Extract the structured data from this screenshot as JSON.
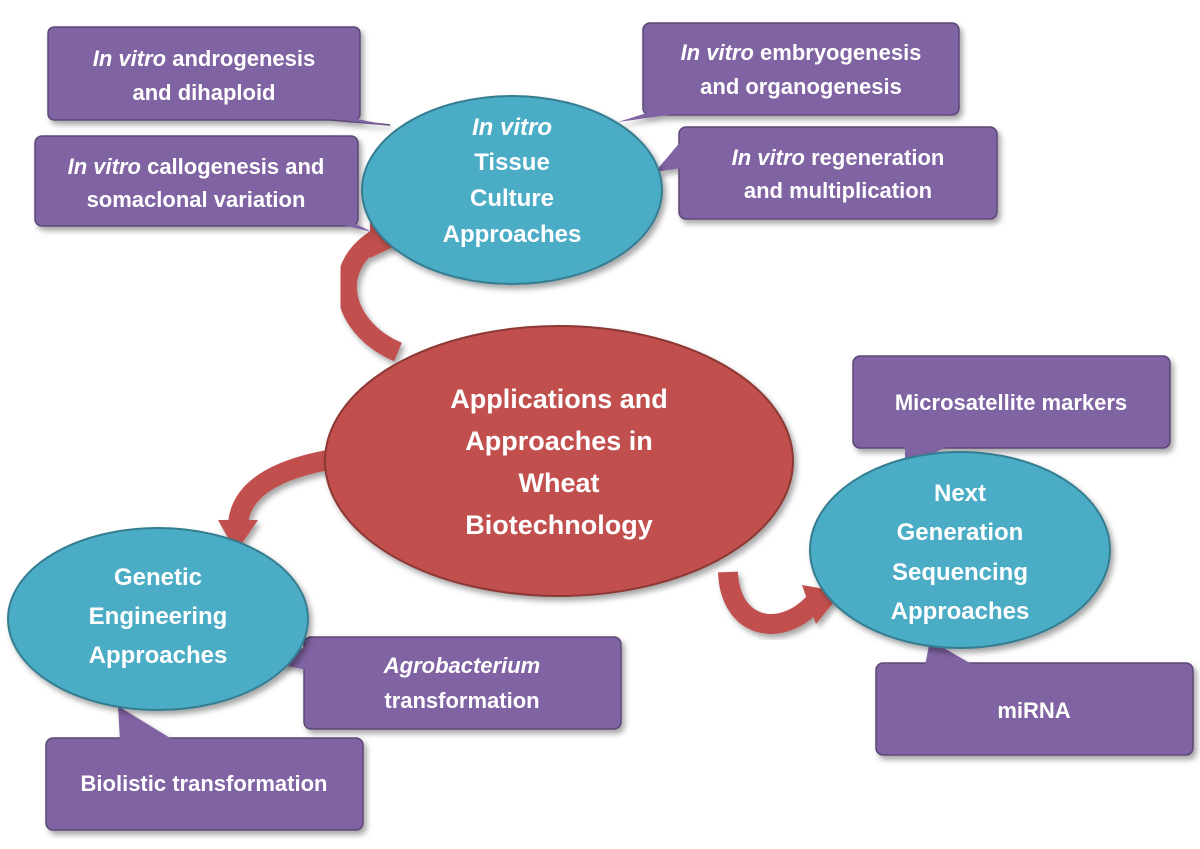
{
  "center": {
    "lines": [
      "Applications and",
      "Approaches in",
      "Wheat",
      "Biotechnology"
    ]
  },
  "tissue_culture": {
    "line1": "In vitro",
    "line2": "Tissue",
    "line3": "Culture",
    "line4": "Approaches"
  },
  "genetic_engineering": {
    "lines": [
      "Genetic",
      "Engineering",
      "Approaches"
    ]
  },
  "ngs": {
    "lines": [
      "Next",
      "Generation",
      "Sequencing",
      "Approaches"
    ]
  },
  "callouts": {
    "androgenesis": {
      "italic": "In vitro",
      "rest1": " androgenesis",
      "line2": "and dihaploid"
    },
    "callogenesis": {
      "italic": "In vitro",
      "rest1": " callogenesis and",
      "line2": "somaclonal variation"
    },
    "embryogenesis": {
      "italic": "In vitro",
      "rest1": " embryogenesis",
      "line2": "and organogenesis"
    },
    "regeneration": {
      "italic": "In vitro",
      "rest1": " regeneration",
      "line2": "and multiplication"
    },
    "microsatellite": {
      "line1": "Microsatellite markers"
    },
    "mirna": {
      "line1": "miRNA"
    },
    "agrobacterium": {
      "italic": "Agrobacterium",
      "line2": "transformation"
    },
    "biolistic": {
      "line1": "Biolistic transformation"
    }
  },
  "colors": {
    "center_fill": "#c0504d",
    "center_stroke": "#8c3836",
    "ellipse_fill": "#4bacc6",
    "ellipse_stroke": "#357d91",
    "callout_fill": "#8064a2",
    "callout_stroke": "#5c4776",
    "arrow_fill": "#c0504d"
  }
}
